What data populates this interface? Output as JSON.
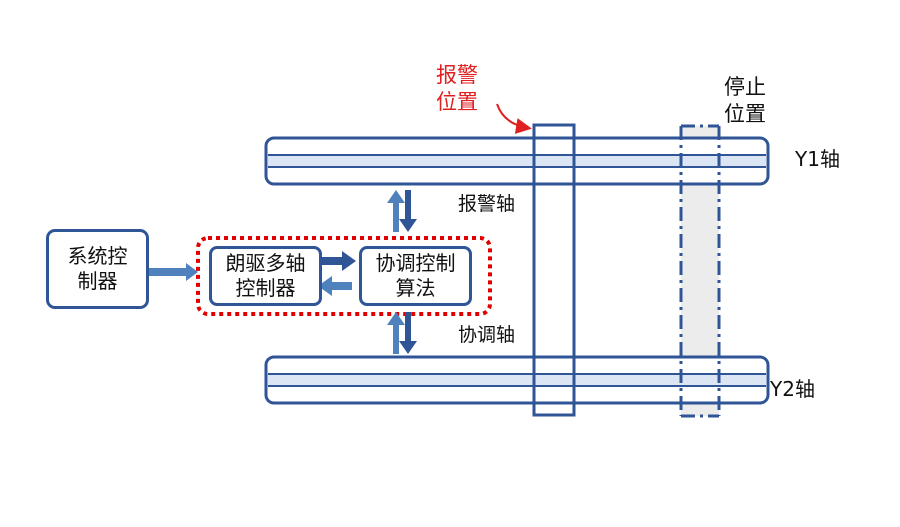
{
  "blocks": {
    "system_controller": "系统控\n制器",
    "langqu_controller": "朗驱多轴\n控制器",
    "coordination_algorithm": "协调控制\n算法"
  },
  "labels": {
    "alarm_position": "报警\n位置",
    "stop_position": "停止\n位置",
    "y1_axis": "Y1轴",
    "y2_axis": "Y2轴",
    "alarm_axis": "报警轴",
    "coordination_axis": "协调轴"
  },
  "colors": {
    "outline": "#2f5597",
    "arrow": "#4f81bd",
    "rail_stripe": "#dbe5f4",
    "dashed_group": "#e00000",
    "alarm_text": "#e02020",
    "stop_zone": "#ececec"
  }
}
